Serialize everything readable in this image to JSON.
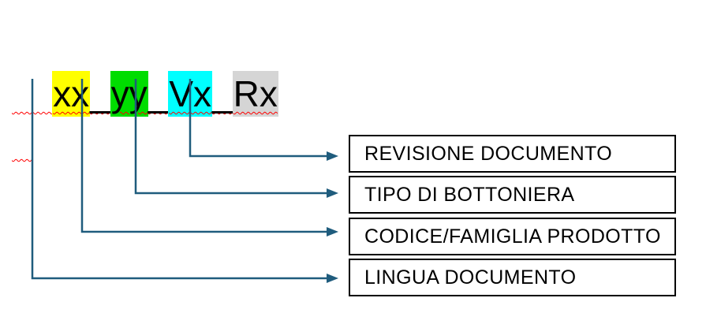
{
  "diagram": {
    "filename_pattern": {
      "full_text": "xx_yy_Vx_Rx",
      "separator": "_",
      "parts": [
        {
          "text": "xx",
          "highlight": "#ffff00",
          "refers_to": "LINGUA DOCUMENTO"
        },
        {
          "text": "yy",
          "highlight": "#00dd00",
          "refers_to": "CODICE/FAMIGLIA PRODOTTO"
        },
        {
          "text": "Vx",
          "highlight": "#00ffff",
          "refers_to": "TIPO DI BOTTONIERA"
        },
        {
          "text": "Rx",
          "highlight": "#d5d5d5",
          "refers_to": "REVISIONE DOCUMENTO"
        }
      ]
    },
    "label_boxes": [
      {
        "text": "REVISIONE DOCUMENTO",
        "arrow_from": "Rx"
      },
      {
        "text": "TIPO DI BOTTONIERA",
        "arrow_from": "Vx"
      },
      {
        "text": "CODICE/FAMIGLIA PRODOTTO",
        "arrow_from": "yy"
      },
      {
        "text": "LINGUA DOCUMENTO",
        "arrow_from": "xx"
      }
    ],
    "colors": {
      "connector": "#1f5c7d",
      "spellcheck_squiggle": "#ff0000",
      "box_border": "#000000",
      "label_text": "#000000"
    }
  }
}
